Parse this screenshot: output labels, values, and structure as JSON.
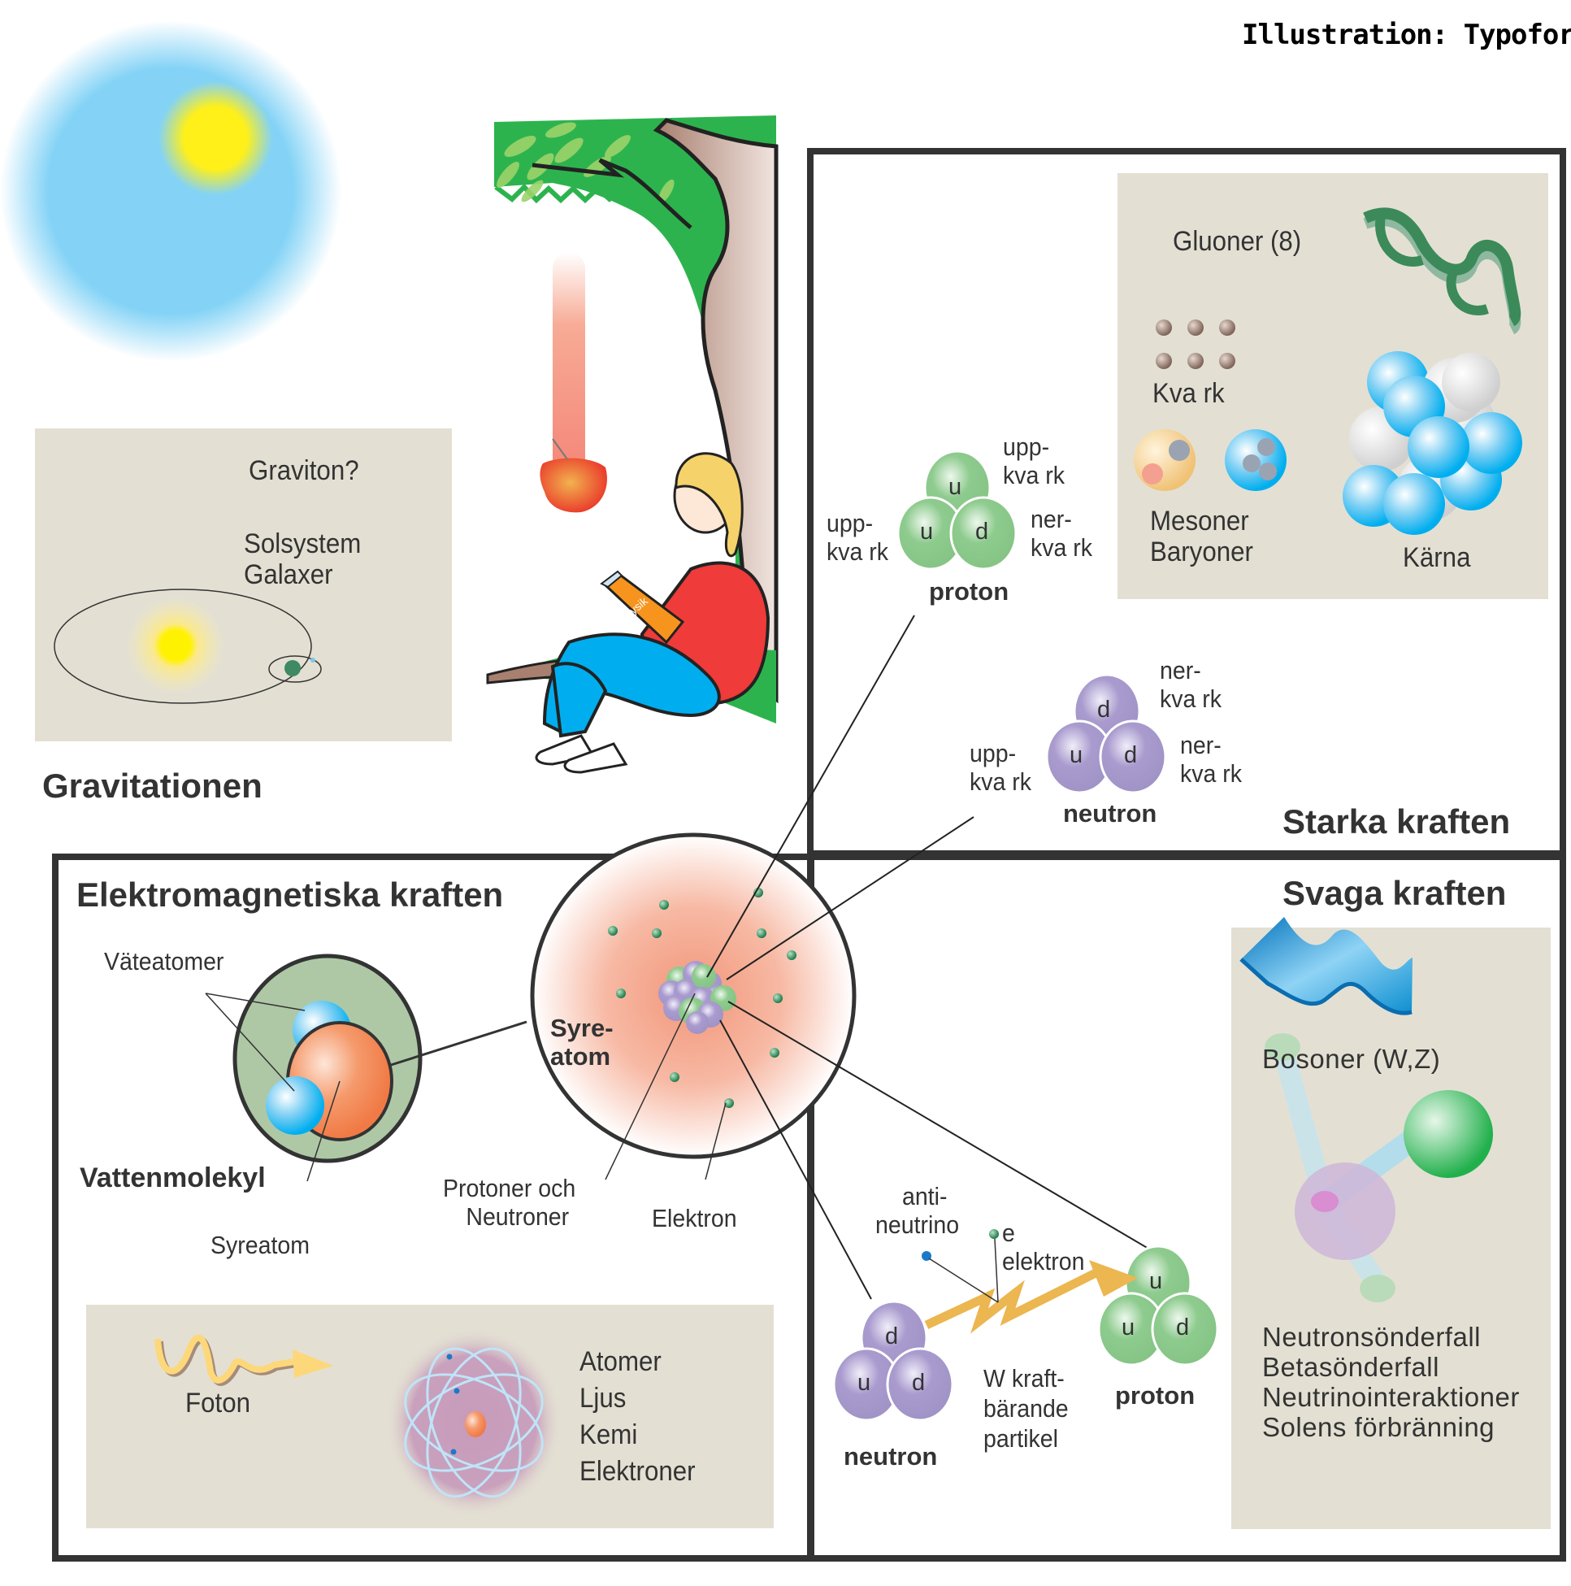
{
  "credit": "Illustration: Typoform",
  "gravity": {
    "title": "Gravitationen",
    "carrier": "Graviton?",
    "examples": [
      "Solsystem",
      "Galaxer"
    ],
    "book_title": "Fysik"
  },
  "strong": {
    "title": "Starka kraften",
    "carrier": "Gluoner (8)",
    "quark_label": "Kva rk",
    "meson_label": "Mesoner",
    "baryon_label": "Baryoner",
    "nucleus_label": "Kärna",
    "proton": {
      "name": "proton",
      "quarks": [
        "u",
        "u",
        "d"
      ],
      "labels": {
        "top": [
          "upp-",
          "kva rk"
        ],
        "left": [
          "upp-",
          "kva rk"
        ],
        "right": [
          "ner-",
          "kva rk"
        ]
      }
    },
    "neutron": {
      "name": "neutron",
      "quarks": [
        "d",
        "u",
        "d"
      ],
      "labels": {
        "top": [
          "ner-",
          "kva rk"
        ],
        "left": [
          "upp-",
          "kva rk"
        ],
        "right": [
          "ner-",
          "kva rk"
        ]
      }
    }
  },
  "em": {
    "title": "Elektromagnetiska kraften",
    "hydrogen_label": "Väteatomer",
    "molecule_label": "Vattenmolekyl",
    "oxygen_label": "Syreatom",
    "atom_label": [
      "Syre-",
      "atom"
    ],
    "nucleons_label": [
      "Protoner och",
      "Neutroner"
    ],
    "electron_label": "Elektron",
    "carrier": "Foton",
    "examples": [
      "Atomer",
      "Ljus",
      "Kemi",
      "Elektroner"
    ]
  },
  "weak": {
    "title": "Svaga kraften",
    "carrier": "Bosoner (W,Z)",
    "examples": [
      "Neutronsönderfall",
      "Betasönderfall",
      "Neutrinointeraktioner",
      "Solens förbränning"
    ],
    "antineutrino_label": [
      "anti-",
      "neutrino"
    ],
    "electron_label": [
      "e",
      "elektron"
    ],
    "w_label": [
      "W kraft-",
      "bärande",
      "partikel"
    ],
    "neutron": {
      "name": "neutron",
      "quarks": [
        "d",
        "u",
        "d"
      ]
    },
    "proton": {
      "name": "proton",
      "quarks": [
        "u",
        "u",
        "d"
      ]
    }
  },
  "colors": {
    "panel_bg": "#e3e0d3",
    "border": "#333333",
    "proton_green": "#8ecb8e",
    "neutron_purple": "#a99bce",
    "sky_blue": "#84d3f6",
    "sun_yellow": "#fff01a",
    "w_arrow": "#ecb650"
  }
}
